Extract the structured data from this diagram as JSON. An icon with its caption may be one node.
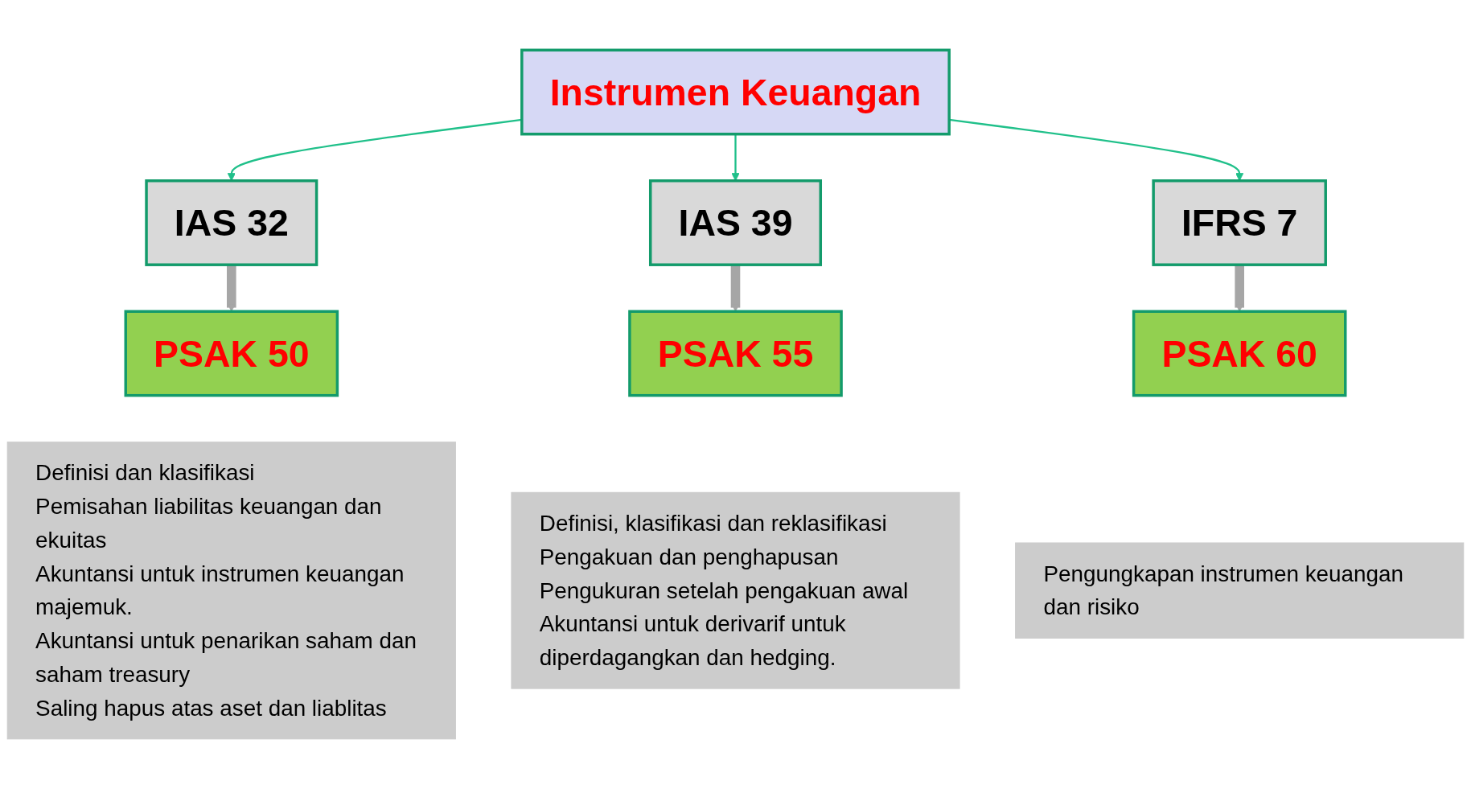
{
  "diagram": {
    "nodes": [
      {
        "text": [
          "Instrumen Keuangan"
        ]
      },
      {
        "text": [
          "IAS 32"
        ]
      },
      {
        "text": [
          "IAS 39"
        ]
      },
      {
        "text": [
          "IFRS 7"
        ]
      },
      {
        "text": [
          "PSAK 50"
        ]
      },
      {
        "text": [
          "PSAK 55"
        ]
      },
      {
        "text": [
          "PSAK 60"
        ]
      },
      {
        "text": [
          "Definisi dan klasifikasi",
          "Pemisahan liabilitas keuangan dan ekuitas",
          "Akuntansi untuk instrumen keuangan majemuk.",
          "Akuntansi untuk penarikan saham dan saham treasury",
          "Saling hapus atas aset dan liablitas"
        ]
      },
      {
        "text": [
          "Definisi, klasifikasi dan reklasifikasi",
          "Pengakuan dan penghapusan",
          "Pengukuran setelah pengakuan awal",
          "Akuntansi untuk derivarif untuk diperdagangkan dan hedging."
        ]
      },
      {
        "text": [
          "Pengungkapan instrumen keuangan dan risiko"
        ]
      }
    ],
    "edges": [
      {
        "from": 0,
        "to": 1,
        "arrow": "to",
        "color": "#20c08a"
      },
      {
        "from": 0,
        "to": 2,
        "arrow": "to",
        "color": "#20c08a"
      },
      {
        "from": 0,
        "to": 3,
        "arrow": "to",
        "color": "#20c08a"
      },
      {
        "from": 1,
        "to": 4,
        "arrow": "to",
        "style": "thick",
        "color": "#a6a6a6"
      },
      {
        "from": 2,
        "to": 5,
        "arrow": "to",
        "style": "thick",
        "color": "#a6a6a6"
      },
      {
        "from": 3,
        "to": 6,
        "arrow": "to",
        "style": "thick",
        "color": "#a6a6a6"
      }
    ]
  }
}
